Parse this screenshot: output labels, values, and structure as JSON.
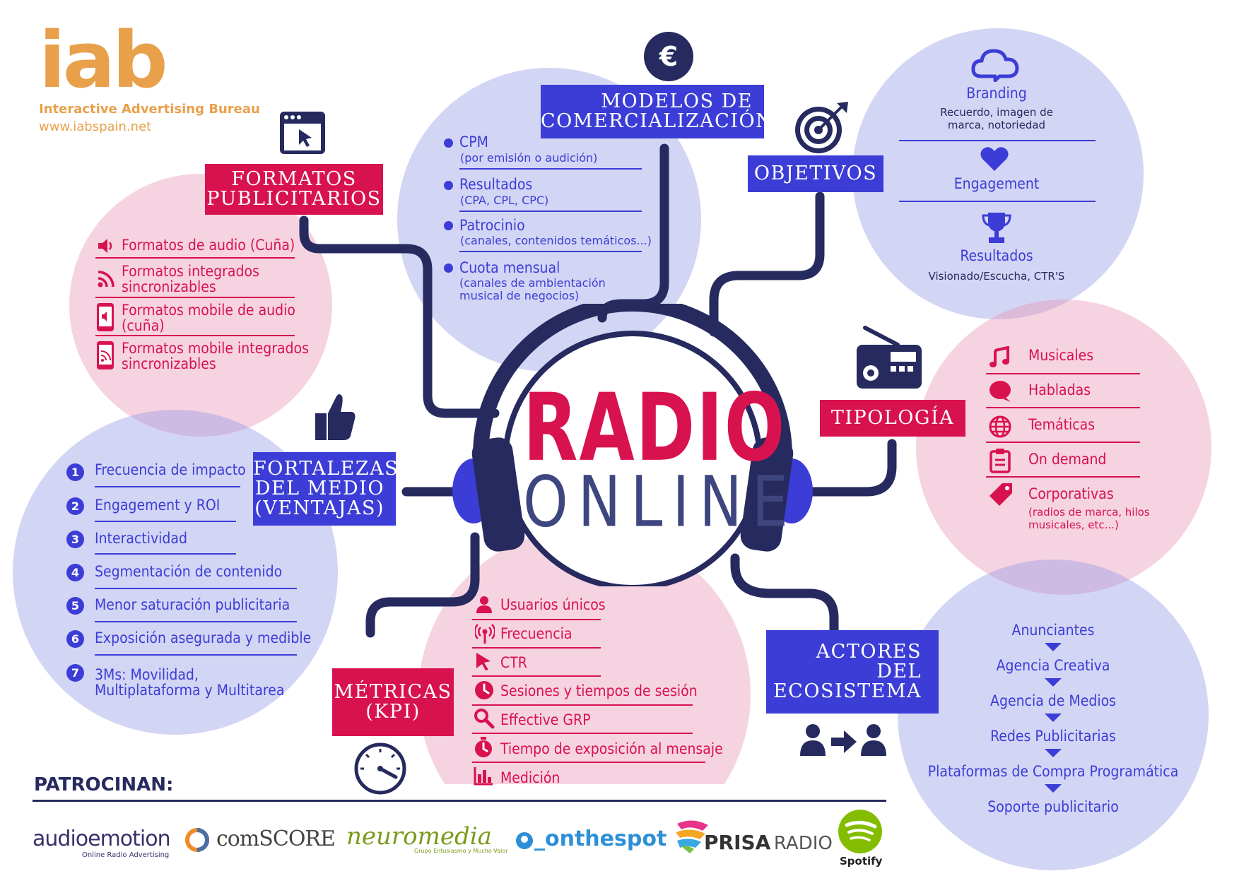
{
  "brand": {
    "logo_text": "iab",
    "name": "Interactive Advertising Bureau",
    "url": "www.iabspain.net",
    "color": "#e8a04a"
  },
  "colors": {
    "pink": "#d8124f",
    "blue": "#3b3dd6",
    "navy": "#262a5e"
  },
  "center": {
    "title_line1": "RADIO",
    "title_line2": "ONLINE"
  },
  "modelos": {
    "title_lines": [
      "MODELOS DE",
      "COMERCIALIZACIÓN"
    ],
    "items": [
      {
        "label": "CPM",
        "sub": "(por emisión o audición)"
      },
      {
        "label": "Resultados",
        "sub": "(CPA, CPL, CPC)"
      },
      {
        "label": "Patrocinio",
        "sub": "(canales, contenidos temáticos...)"
      },
      {
        "label": "Cuota mensual",
        "sub": "(canales de ambientación musical de negocios)"
      }
    ]
  },
  "formatos": {
    "title_lines": [
      "FORMATOS",
      "PUBLICITARIOS"
    ],
    "items": [
      {
        "label": "Formatos de audio (Cuña)",
        "icon": "speaker-icon"
      },
      {
        "label": "Formatos integrados sincronizables",
        "icon": "rss-icon"
      },
      {
        "label": "Formatos mobile de audio (cuña)",
        "icon": "mobile-audio-icon"
      },
      {
        "label": "Formatos mobile integrados sincronizables",
        "icon": "mobile-rss-icon"
      }
    ]
  },
  "objetivos": {
    "title": "OBJETIVOS",
    "items": [
      {
        "label": "Branding",
        "sub": "Recuerdo, imagen de marca, notoriedad",
        "icon": "cloud-icon"
      },
      {
        "label": "Engagement",
        "sub": "",
        "icon": "heart-icon"
      },
      {
        "label": "Resultados",
        "sub": "Visionado/Escucha, CTR'S",
        "icon": "trophy-icon"
      }
    ]
  },
  "tipologia": {
    "title": "TIPOLOGÍA",
    "items": [
      {
        "label": "Musicales",
        "sub": "",
        "icon": "music-note-icon"
      },
      {
        "label": "Habladas",
        "sub": "",
        "icon": "speech-bubble-icon"
      },
      {
        "label": "Temáticas",
        "sub": "",
        "icon": "globe-icon"
      },
      {
        "label": "On demand",
        "sub": "",
        "icon": "clipboard-icon"
      },
      {
        "label": "Corporativas",
        "sub": "(radios de marca, hilos musicales, etc...)",
        "icon": "tag-icon"
      }
    ]
  },
  "fortalezas": {
    "title_lines": [
      "FORTALEZAS",
      "DEL MEDIO",
      "(VENTAJAS)"
    ],
    "items": [
      {
        "n": "1",
        "label": "Frecuencia de impacto"
      },
      {
        "n": "2",
        "label": "Engagement y ROI"
      },
      {
        "n": "3",
        "label": "Interactividad"
      },
      {
        "n": "4",
        "label": "Segmentación de contenido"
      },
      {
        "n": "5",
        "label": "Menor saturación publicitaria"
      },
      {
        "n": "6",
        "label": "Exposición asegurada y medible"
      },
      {
        "n": "7",
        "label": "3Ms: Movilidad, Multiplataforma y Multitarea"
      }
    ]
  },
  "metricas": {
    "title_lines": [
      "MÉTRICAS",
      "(KPI)"
    ],
    "items": [
      {
        "label": "Usuarios únicos",
        "icon": "user-icon"
      },
      {
        "label": "Frecuencia",
        "icon": "broadcast-icon"
      },
      {
        "label": "CTR",
        "icon": "cursor-icon"
      },
      {
        "label": "Sesiones y tiempos de sesión",
        "icon": "clock-icon"
      },
      {
        "label": "Effective GRP",
        "icon": "magnifier-icon"
      },
      {
        "label": "Tiempo de exposición al mensaje",
        "icon": "stopwatch-icon"
      },
      {
        "label": "Medición",
        "icon": "bar-chart-icon"
      }
    ]
  },
  "actores": {
    "title_lines": [
      "ACTORES",
      "DEL",
      "ECOSISTEMA"
    ],
    "items": [
      "Anunciantes",
      "Agencia Creativa",
      "Agencia de Medios",
      "Redes Publicitarias",
      "Plataformas de Compra Programática",
      "Soporte publicitario"
    ]
  },
  "sponsors": {
    "heading": "PATROCINAN:",
    "audioemotion": "audioemotion",
    "audioemotion_tag": "Online Radio Advertising",
    "comscore": "comSCORE",
    "neuromedia": "neuromedia",
    "neuromedia_tag": "Grupo Entusiasmo y Mucho Valor",
    "onthespot": "_onthespot",
    "prisa": "PRISA",
    "prisa_radio": "RADIO",
    "spotify": "Spotify"
  }
}
